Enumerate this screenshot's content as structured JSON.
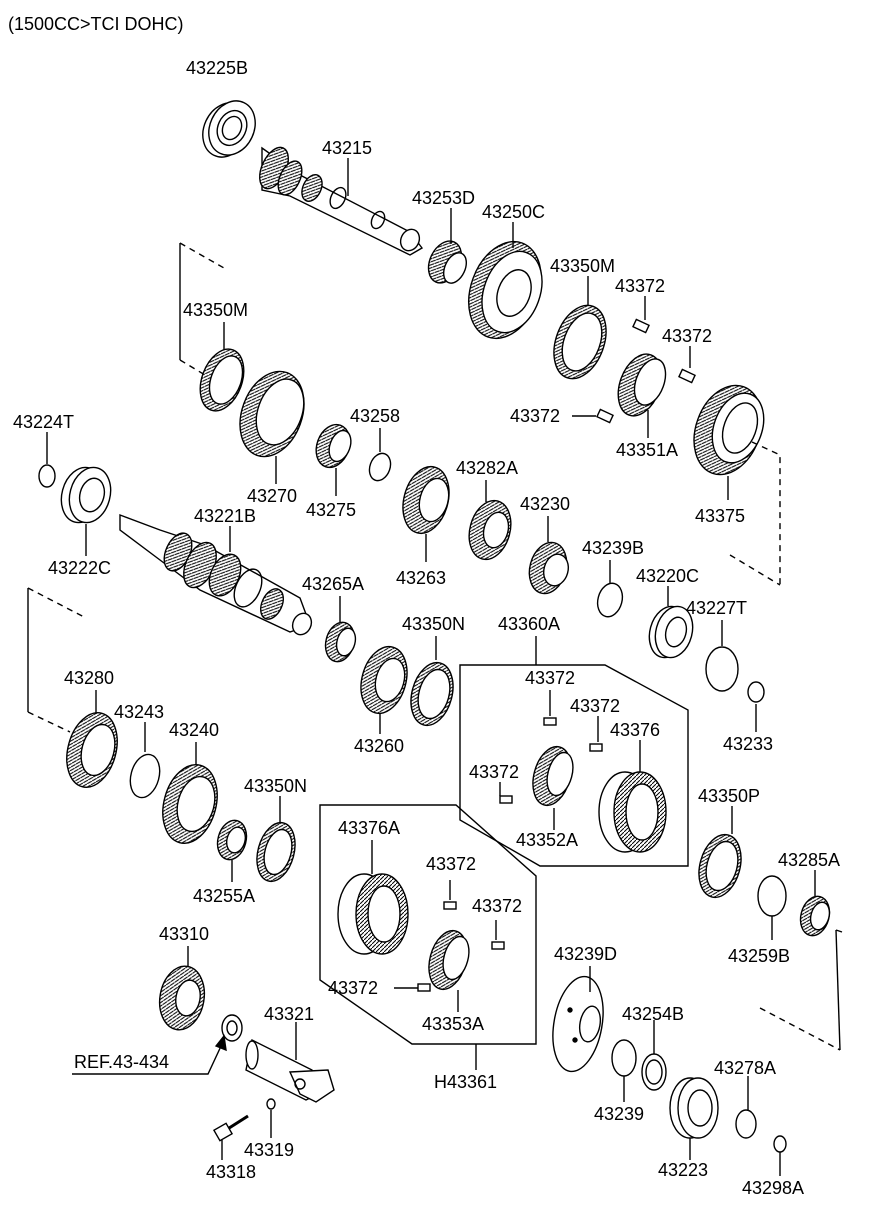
{
  "header": {
    "title": "(1500CC>TCI DOHC)"
  },
  "labels": {
    "l43225B": "43225B",
    "l43215": "43215",
    "l43253D": "43253D",
    "l43250C": "43250C",
    "l43350M_a": "43350M",
    "l43372_a": "43372",
    "l43372_b": "43372",
    "l43350M_b": "43350M",
    "l43372_c": "43372",
    "l43351A": "43351A",
    "l43224T": "43224T",
    "l43258": "43258",
    "l43282A": "43282A",
    "l43270": "43270",
    "l43275": "43275",
    "l43375": "43375",
    "l43221B": "43221B",
    "l43230": "43230",
    "l43222C": "43222C",
    "l43263": "43263",
    "l43239B": "43239B",
    "l43220C": "43220C",
    "l43265A": "43265A",
    "l43227T": "43227T",
    "l43350N_a": "43350N",
    "l43360A": "43360A",
    "l43280": "43280",
    "l43372_d": "43372",
    "l43243": "43243",
    "l43372_e": "43372",
    "l43240": "43240",
    "l43376": "43376",
    "l43260": "43260",
    "l43233": "43233",
    "l43372_f": "43372",
    "l43350N_b": "43350N",
    "l43350P": "43350P",
    "l43352A": "43352A",
    "l43376A": "43376A",
    "l43255A": "43255A",
    "l43285A": "43285A",
    "l43372_g": "43372",
    "l43372_h": "43372",
    "l43310": "43310",
    "l43259B": "43259B",
    "l43239D": "43239D",
    "l43372_i": "43372",
    "l43321": "43321",
    "l43254B": "43254B",
    "l43353A": "43353A",
    "lREF": "REF.43-434",
    "lH43361": "H43361",
    "l43278A": "43278A",
    "l43239": "43239",
    "l43319": "43319",
    "l43223": "43223",
    "l43318": "43318",
    "l43298A": "43298A"
  }
}
